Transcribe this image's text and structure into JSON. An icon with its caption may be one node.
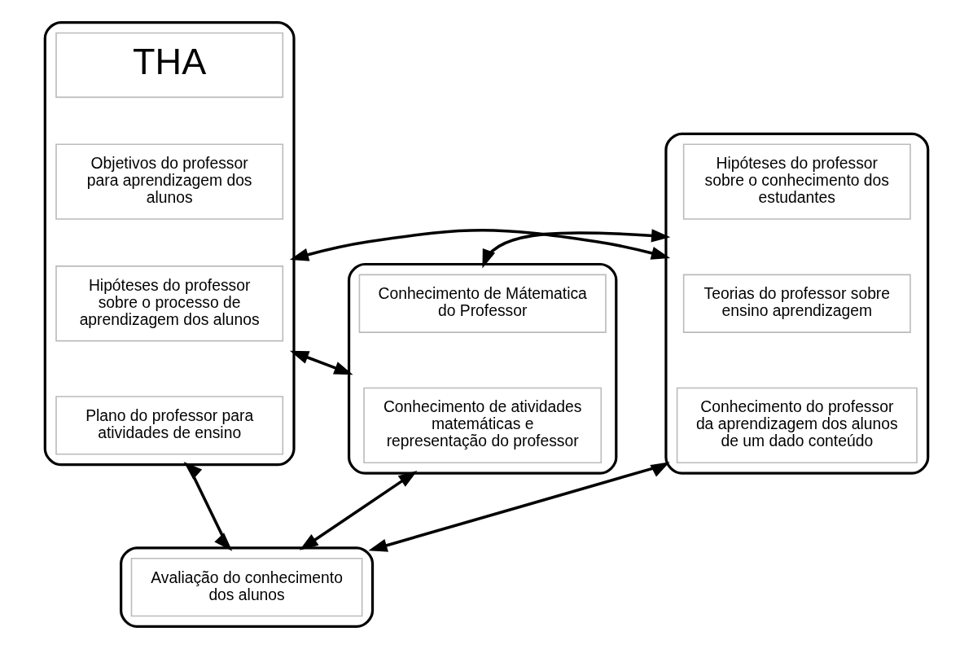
{
  "diagram": {
    "nodes": [
      {
        "text": [],
        "shape": "box"
      },
      {
        "text": [
          "Conhecimento de Mátematica do Professor"
        ],
        "in": 0
      },
      {
        "text": [
          "Conhecimento de atividades matemáticas e representação do professor"
        ],
        "in": 0
      },
      {
        "text": [],
        "shape": "box"
      },
      {
        "text": [
          "THA"
        ],
        "in": 3
      },
      {
        "text": [
          "Objetivos do professor para aprendizagem dos alunos"
        ],
        "in": 3
      },
      {
        "text": [
          "Hipóteses do professor sobre o processo de aprendizagem dos alunos"
        ],
        "in": 3
      },
      {
        "text": [
          "Plano do professor para atividades de ensino"
        ],
        "in": 3
      },
      {
        "text": [],
        "shape": "box"
      },
      {
        "text": [
          "Hipóteses do professor sobre o conhecimento dos estudantes"
        ],
        "in": 8
      },
      {
        "text": [
          "Teorias do professor sobre ensino aprendizagem"
        ],
        "in": 8
      },
      {
        "text": [
          "Conhecimento do professor da aprendizagem dos alunos de um dado conteúdo"
        ],
        "in": 8
      },
      {
        "text": [],
        "shape": "box"
      },
      {
        "text": [
          "Avaliação do conhecimento dos alunos"
        ],
        "in": 12
      }
    ],
    "edges": [
      {
        "from": 0,
        "to": 8,
        "arrow": "both"
      },
      {
        "from": 0,
        "to": 3,
        "arrow": "both"
      },
      {
        "from": 3,
        "to": 8,
        "arrow": "both"
      },
      {
        "from": 3,
        "to": 12,
        "arrow": "both"
      },
      {
        "from": 0,
        "to": 12,
        "arrow": "both"
      },
      {
        "from": 8,
        "to": 12,
        "arrow": "both"
      }
    ]
  }
}
